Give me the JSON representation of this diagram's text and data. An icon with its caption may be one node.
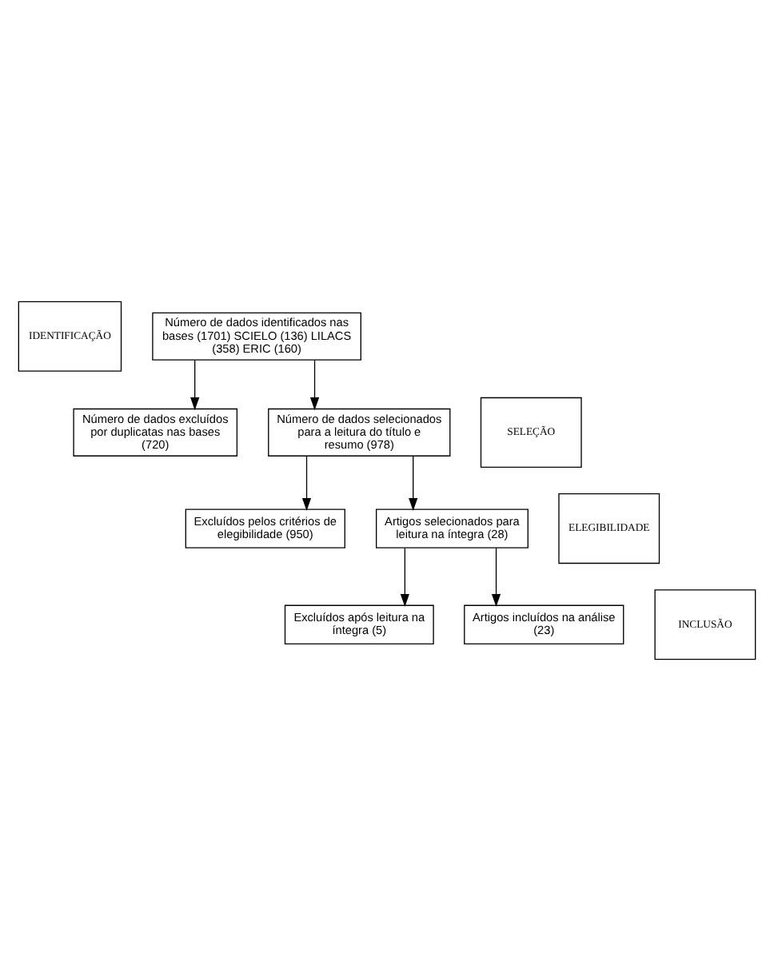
{
  "diagram": {
    "nodes": [
      {
        "text": [
          "IDENTIFICAÇÃO"
        ]
      },
      {
        "text": [
          "Número de dados identificados nas bases (1701) SCIELO (136) LILACS (358) ERIC (160)"
        ]
      },
      {
        "text": [
          "Número de dados excluídos por duplicatas nas bases (720)"
        ]
      },
      {
        "text": [
          "SELEÇÃO"
        ]
      },
      {
        "text": [
          "Número de dados selecionados para a leitura do título e resumo (978)"
        ]
      },
      {
        "text": [
          "Excluídos pelos critérios de elegibilidade (950)"
        ]
      },
      {
        "text": [
          "ELEGIBILIDADE"
        ]
      },
      {
        "text": [
          "Artigos selecionados para leitura na íntegra (28)"
        ]
      },
      {
        "text": [
          "Excluídos após leitura na íntegra (5)"
        ]
      },
      {
        "text": [
          "INCLUSÃO"
        ]
      },
      {
        "text": [
          "Artigos incluídos na análise (23)"
        ]
      }
    ],
    "edges": [
      {
        "from": 1,
        "to": 4,
        "arrow": "to"
      },
      {
        "from": 1,
        "to": 2,
        "arrow": "to"
      },
      {
        "from": 4,
        "to": 7,
        "arrow": "to"
      },
      {
        "from": 4,
        "to": 5,
        "arrow": "to"
      },
      {
        "from": 7,
        "to": 10,
        "arrow": "to"
      },
      {
        "from": 7,
        "to": 8,
        "arrow": "to"
      }
    ]
  }
}
